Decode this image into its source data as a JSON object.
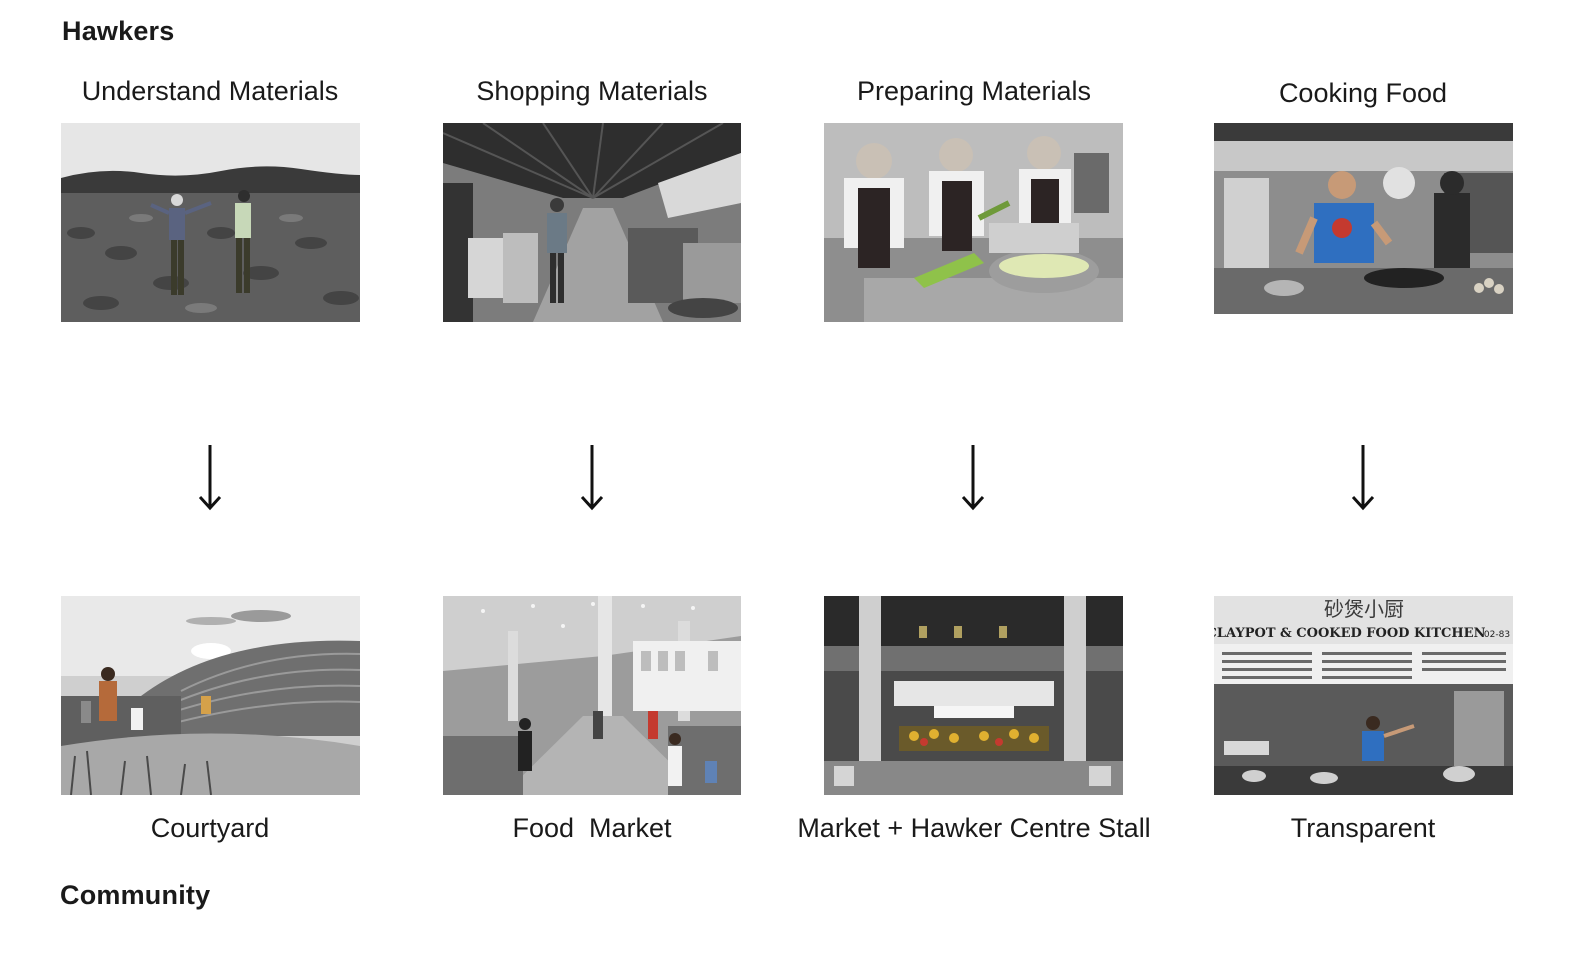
{
  "sections": {
    "top": "Hawkers",
    "bottom": "Community"
  },
  "columns": [
    {
      "top_label": "Understand Materials",
      "bottom_label": "Courtyard",
      "top_image": "farm-field-photo",
      "bottom_image": "terraced-courtyard-photo"
    },
    {
      "top_label": "Shopping Materials",
      "bottom_label": "Food  Market",
      "top_image": "wholesale-market-photo",
      "bottom_image": "food-market-hall-photo"
    },
    {
      "top_label": "Preparing Materials",
      "bottom_label": "Market + Hawker Centre Stall",
      "top_image": "kitchen-staff-photo",
      "bottom_image": "market-interior-photo"
    },
    {
      "top_label": "Cooking Food",
      "bottom_label": "Transparent",
      "top_image": "hawker-cooking-photo",
      "bottom_image": "claypot-stall-photo"
    }
  ],
  "stall_sign": {
    "chinese": "砂煲小厨",
    "english": "CLAYPOT & COOKED FOOD KITCHEN",
    "unit": "02-83"
  },
  "colors": {
    "text": "#1a1a1a",
    "accent_blue": "#2f6fc0",
    "accent_red": "#c43a2f"
  }
}
